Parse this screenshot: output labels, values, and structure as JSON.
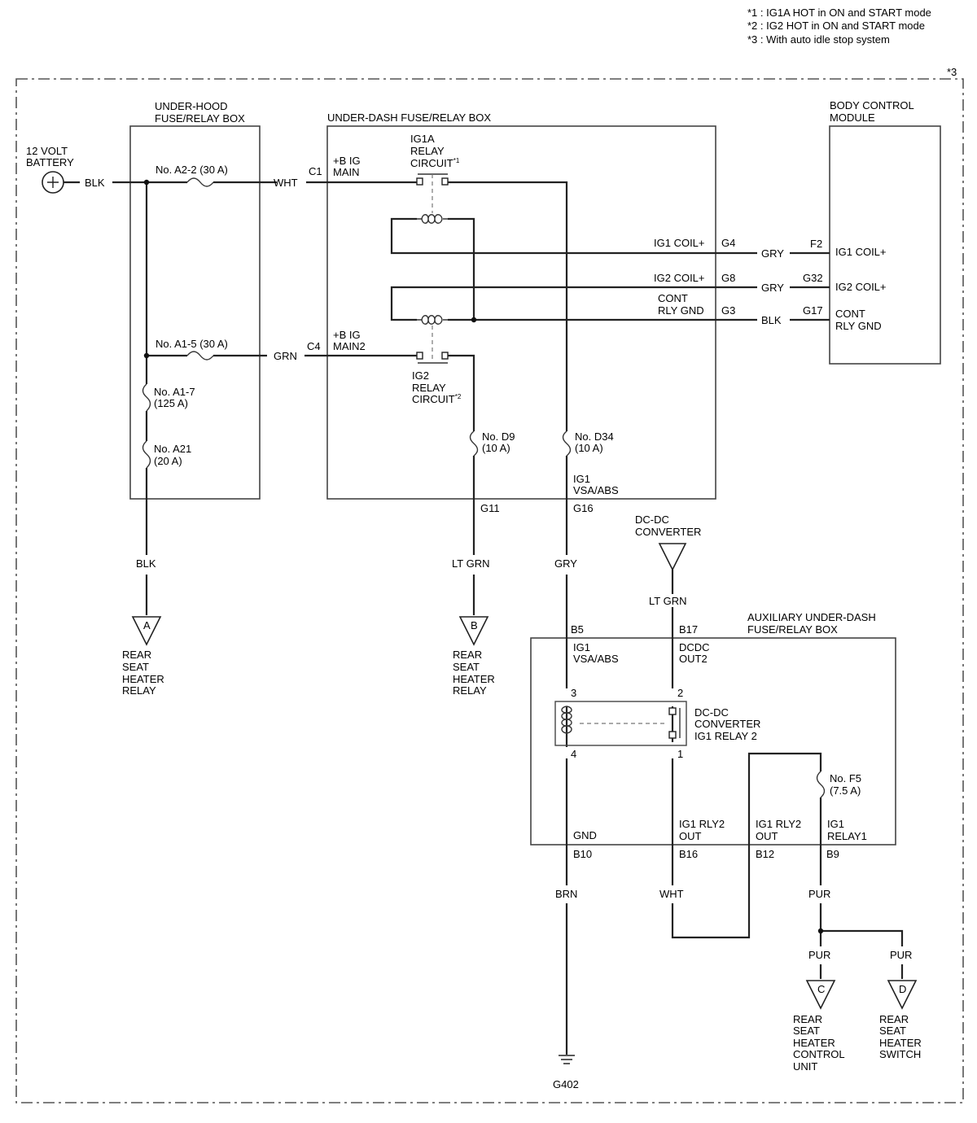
{
  "notes": {
    "n1": "*1 : IG1A HOT in ON and START mode",
    "n2": "*2 : IG2 HOT in ON and START mode",
    "n3": "*3 : With auto idle stop system",
    "frame_ref": "*3"
  },
  "battery": {
    "l1": "12 VOLT",
    "l2": "BATTERY"
  },
  "underhood": {
    "l1": "UNDER-HOOD",
    "l2": "FUSE/RELAY BOX",
    "fuse_a22": "No. A2-2 (30 A)",
    "fuse_a15": "No. A1-5 (30 A)",
    "fuse_a17_1": "No. A1-7",
    "fuse_a17_2": "(125 A)",
    "fuse_a21_1": "No. A21",
    "fuse_a21_2": "(20 A)"
  },
  "underdash": {
    "title": "UNDER-DASH FUSE/RELAY BOX",
    "c1": "C1",
    "c4": "C4",
    "bmain_1": "+B IG",
    "bmain_2": "MAIN",
    "bmain2_1": "+B IG",
    "bmain2_2": "MAIN2",
    "ig1a_1": "IG1A",
    "ig1a_2": "RELAY",
    "ig1a_3": "CIRCUIT",
    "ig1a_sup": "*1",
    "ig2_1": "IG2",
    "ig2_2": "RELAY",
    "ig2_3": "CIRCUIT",
    "ig2_sup": "*2",
    "ig1coil": "IG1 COIL+",
    "ig2coil": "IG2 COIL+",
    "cont_1": "CONT",
    "cont_2": "RLY GND",
    "g4": "G4",
    "g8": "G8",
    "g3": "G3",
    "fuse_d9_1": "No. D9",
    "fuse_d9_2": "(10 A)",
    "fuse_d34_1": "No. D34",
    "fuse_d34_2": "(10 A)",
    "vsa_1": "IG1",
    "vsa_2": "VSA/ABS",
    "g11": "G11",
    "g16": "G16"
  },
  "bcm": {
    "l1": "BODY CONTROL",
    "l2": "MODULE",
    "f2": "F2",
    "g32": "G32",
    "g17": "G17",
    "ig1coil": "IG1 COIL+",
    "ig2coil": "IG2 COIL+",
    "cont_1": "CONT",
    "cont_2": "RLY GND"
  },
  "wires": {
    "blk_bat": "BLK",
    "wht_c1": "WHT",
    "grn_c4": "GRN",
    "gry_g4": "GRY",
    "gry_g8": "GRY",
    "blk_g3": "BLK",
    "blk_a": "BLK",
    "ltgrn_b": "LT GRN",
    "gry_g16": "GRY",
    "ltgrn_dcdc": "LT GRN",
    "brn": "BRN",
    "wht_b16": "WHT",
    "pur_b9": "PUR",
    "pur_c": "PUR",
    "pur_d": "PUR"
  },
  "dcdc": {
    "l1": "DC-DC",
    "l2": "CONVERTER"
  },
  "aux": {
    "l1": "AUXILIARY UNDER-DASH",
    "l2": "FUSE/RELAY BOX",
    "b5": "B5",
    "b17": "B17",
    "vsa_1": "IG1",
    "vsa_2": "VSA/ABS",
    "dcdc_1": "DCDC",
    "dcdc_2": "OUT2",
    "p3": "3",
    "p2": "2",
    "p4": "4",
    "p1": "1",
    "relay_1": "DC-DC",
    "relay_2": "CONVERTER",
    "relay_3": "IG1 RELAY 2",
    "fuse_f5_1": "No. F5",
    "fuse_f5_2": "(7.5 A)",
    "gnd": "GND",
    "out1_1": "IG1 RLY2",
    "out1_2": "OUT",
    "out2_1": "IG1 RLY2",
    "out2_2": "OUT",
    "relay1_1": "IG1",
    "relay1_2": "RELAY1",
    "b10": "B10",
    "b16": "B16",
    "b12": "B12",
    "b9": "B9"
  },
  "connectors": {
    "a": {
      "letter": "A",
      "l1": "REAR",
      "l2": "SEAT",
      "l3": "HEATER",
      "l4": "RELAY"
    },
    "b": {
      "letter": "B",
      "l1": "REAR",
      "l2": "SEAT",
      "l3": "HEATER",
      "l4": "RELAY"
    },
    "c": {
      "letter": "C",
      "l1": "REAR",
      "l2": "SEAT",
      "l3": "HEATER",
      "l4": "CONTROL",
      "l5": "UNIT"
    },
    "d": {
      "letter": "D",
      "l1": "REAR",
      "l2": "SEAT",
      "l3": "HEATER",
      "l4": "SWITCH"
    }
  },
  "ground": {
    "label": "G402"
  }
}
